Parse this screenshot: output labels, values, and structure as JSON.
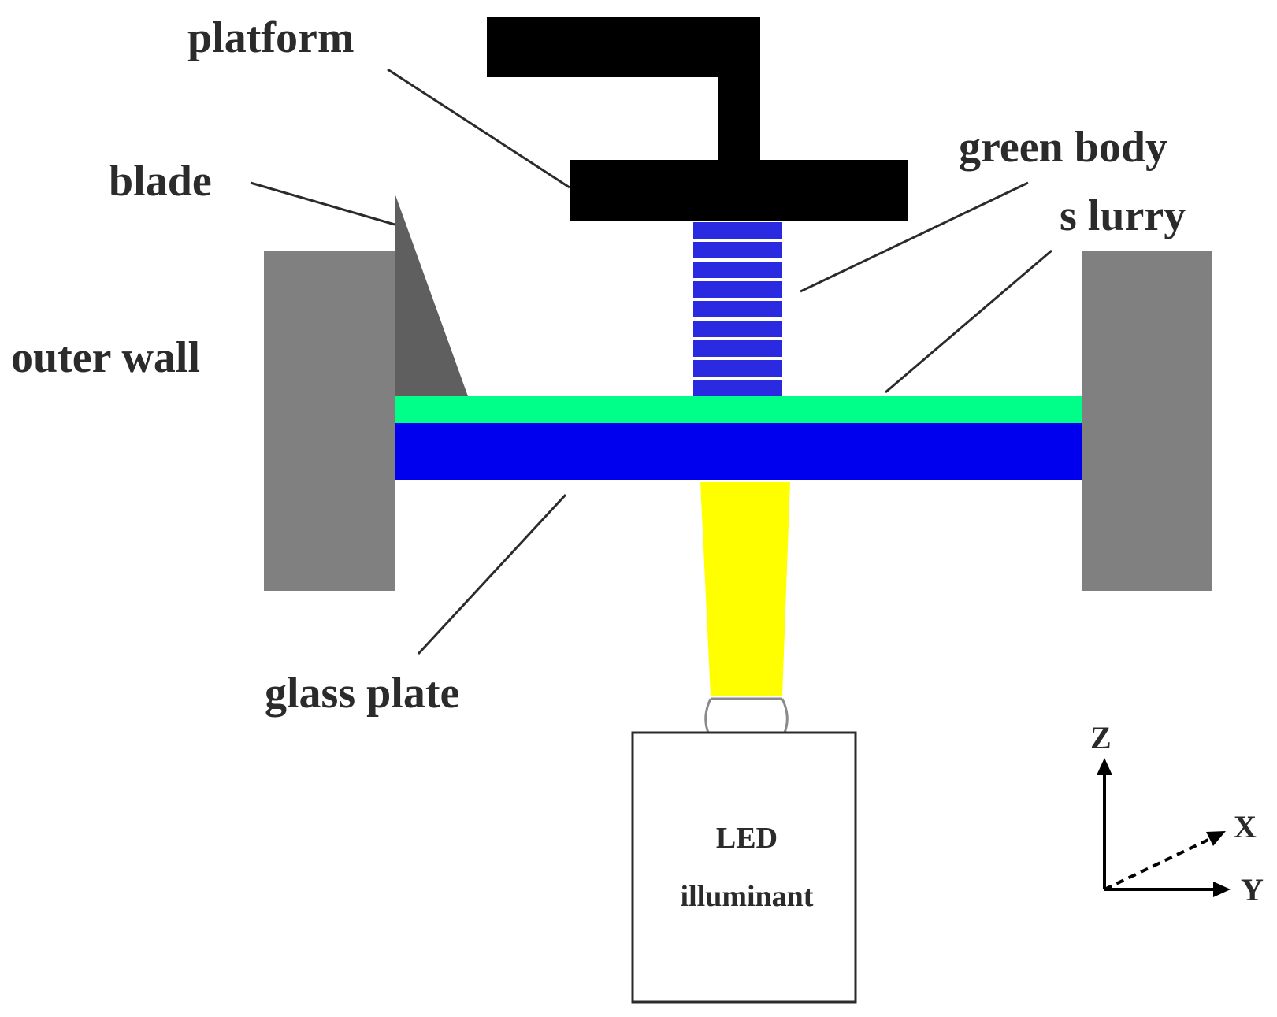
{
  "labels": {
    "platform": "platform",
    "blade": "blade",
    "outer_wall": "outer wall",
    "green_body": "green body",
    "slurry": "s lurry",
    "glass_plate": "glass plate",
    "led_line1": "LED",
    "led_line2": "illuminant"
  },
  "axes": {
    "z": "Z",
    "x": "X",
    "y": "Y"
  },
  "colors": {
    "platform": "#000000",
    "outer_wall": "#808080",
    "blade": "#5f5f5f",
    "slurry": "#00ff88",
    "glass_plate": "#0000ee",
    "green_body": "#2a2ae0",
    "light_beam": "#ffff00",
    "led_box": "#ffffff"
  },
  "green_body_layers": 9
}
